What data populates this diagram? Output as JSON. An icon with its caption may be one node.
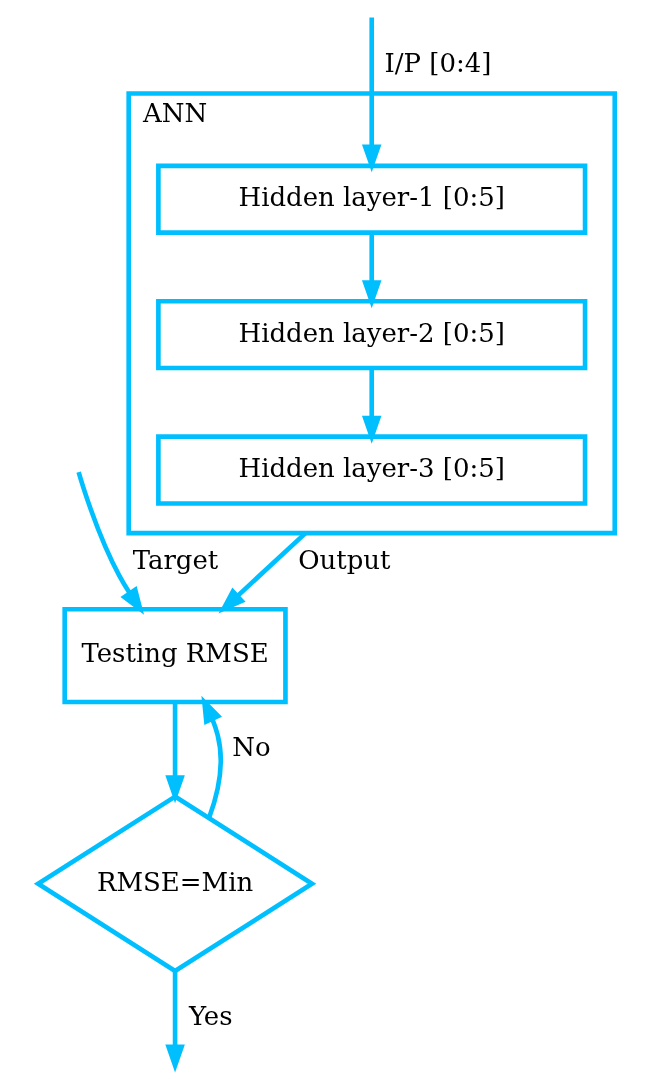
{
  "diagram": {
    "nodes": [
      {
        "text": [
          "ANN"
        ]
      },
      {
        "text": [
          "Hidden layer-1 [0:5]"
        ],
        "in": 0
      },
      {
        "text": [
          "Hidden layer-2 [0:5]"
        ],
        "in": 0
      },
      {
        "text": [
          "Hidden layer-3 [0:5]"
        ],
        "in": 0
      },
      {
        "text": [
          "Testing RMSE"
        ]
      },
      {
        "text": [
          "RMSE=Min"
        ]
      }
    ],
    "edges": [
      {
        "from": null,
        "to": 1,
        "arrow": "to",
        "label": "I/P [0:4]"
      },
      {
        "from": 1,
        "to": 2,
        "arrow": "to"
      },
      {
        "from": 2,
        "to": 3,
        "arrow": "to"
      },
      {
        "from": 0,
        "to": 4,
        "arrow": "to",
        "label": "Output"
      },
      {
        "from": null,
        "to": 4,
        "arrow": "to",
        "label": "Target"
      },
      {
        "from": 4,
        "to": 5,
        "arrow": "to"
      },
      {
        "from": 5,
        "to": 4,
        "arrow": "to",
        "label": "No"
      },
      {
        "from": 5,
        "to": null,
        "arrow": "to",
        "label": "Yes"
      }
    ]
  }
}
